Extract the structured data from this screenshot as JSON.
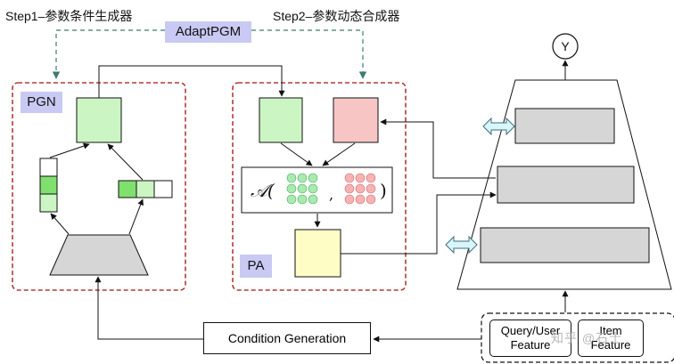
{
  "step1": "Step1–参数条件生成器",
  "step2": "Step2–参数动态合成器",
  "adapt_tag": "AdaptPGM",
  "pgn_tag": "PGN",
  "pa_tag": "PA",
  "formula_symbol": "𝒜(",
  "formula_comma": ",",
  "formula_close": ")",
  "y_label": "Y",
  "condition_generation": "Condition Generation",
  "query_feature": "Query/User",
  "query_feature_2": "Feature",
  "item_feature": "Item",
  "item_feature_2": "Feature",
  "watermark": "知乎 @石士",
  "colors": {
    "green_fill": "#ccf5c4",
    "green_dark": "#7fe06e",
    "red_fill": "#f8c5c5",
    "yellow_fill": "#fffdc6",
    "gray_fill": "#d6d6d6",
    "dashed_red": "#b23a3a",
    "tag_purple": "#c9c9f3",
    "arrow_cyan": "#d8f6fb"
  }
}
